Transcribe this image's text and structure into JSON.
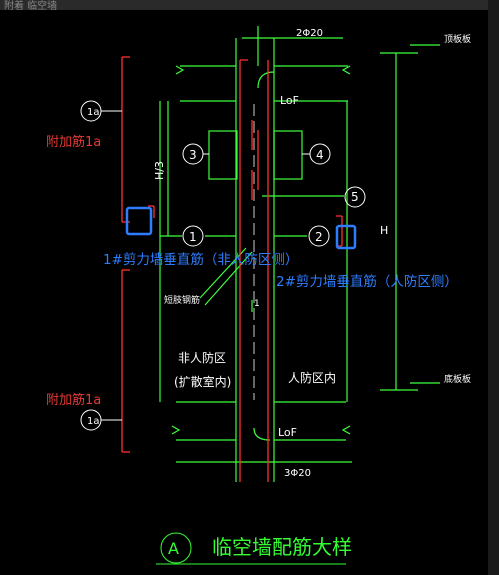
{
  "window": {
    "top_text": "附着  临空墙"
  },
  "drawing": {
    "top_bars": "2Φ20",
    "bottom_bars": "3Φ20",
    "top_slab": "顶板板",
    "bottom_slab": "底板板",
    "lof": "LoF",
    "callout_1a": "1a",
    "additional_bar": "附加筋1a",
    "n1": "1",
    "n2": "2",
    "n3": "3",
    "n4": "4",
    "n5": "5",
    "h3": "H/3",
    "h": "H",
    "wall_bar_1": "1#剪力墙垂直筋（非人防区侧）",
    "wall_bar_2": "2#剪力墙垂直筋（人防区侧）",
    "short_bar": "短肢钢筋",
    "mid_one": "1",
    "non_protect": "非人防区",
    "non_protect_sub": "(扩散室内)",
    "protect": "人防区内",
    "section_tag": "A",
    "title": "临空墙配筋大样"
  },
  "colors": {
    "background": "#000000",
    "outline": "#3cff3c",
    "rebar": "#ff3030",
    "highlight": "#2e7dff",
    "text": "#ffffff"
  }
}
